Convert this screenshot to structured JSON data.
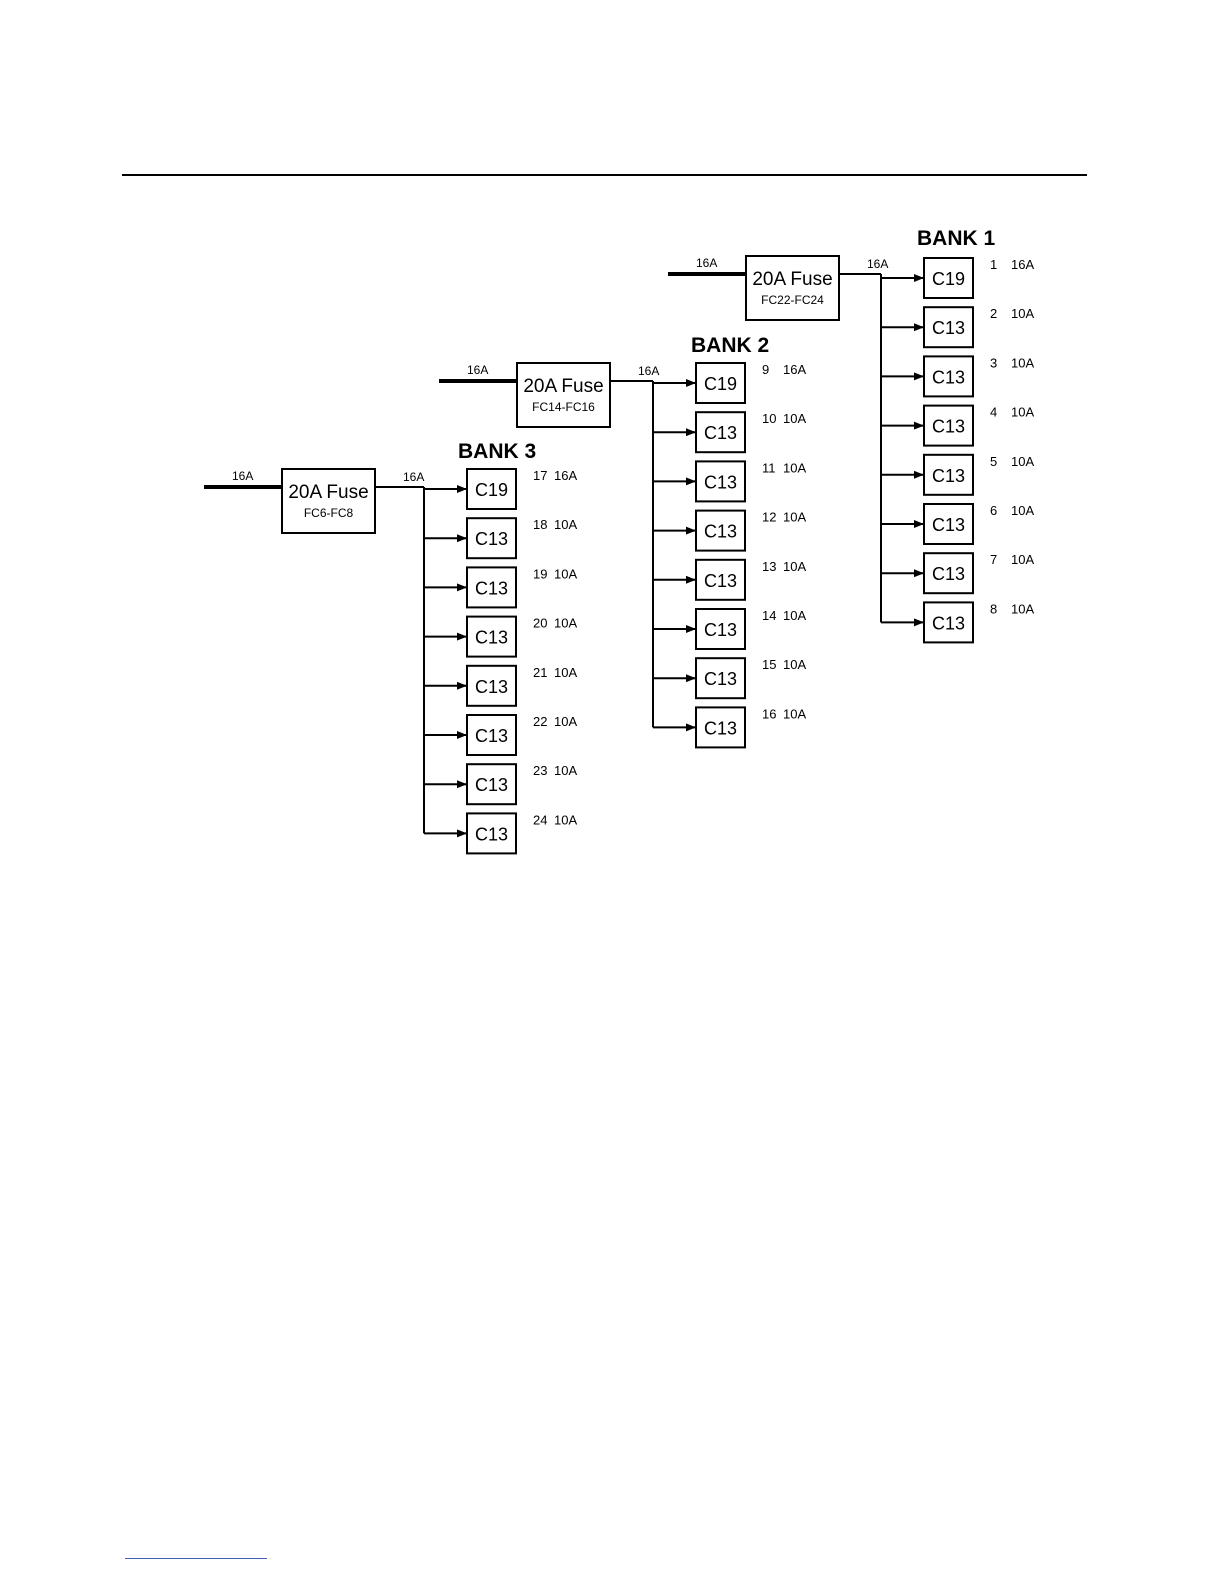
{
  "banks": [
    {
      "title": "BANK 1",
      "input_label": "16A",
      "fuse_label": "20A Fuse",
      "fuse_id": "FC22-FC24",
      "output_label": "16A",
      "outlets": [
        {
          "type": "C19",
          "number": "1",
          "rating": "16A"
        },
        {
          "type": "C13",
          "number": "2",
          "rating": "10A"
        },
        {
          "type": "C13",
          "number": "3",
          "rating": "10A"
        },
        {
          "type": "C13",
          "number": "4",
          "rating": "10A"
        },
        {
          "type": "C13",
          "number": "5",
          "rating": "10A"
        },
        {
          "type": "C13",
          "number": "6",
          "rating": "10A"
        },
        {
          "type": "C13",
          "number": "7",
          "rating": "10A"
        },
        {
          "type": "C13",
          "number": "8",
          "rating": "10A"
        }
      ]
    },
    {
      "title": "BANK 2",
      "input_label": "16A",
      "fuse_label": "20A Fuse",
      "fuse_id": "FC14-FC16",
      "output_label": "16A",
      "outlets": [
        {
          "type": "C19",
          "number": "9",
          "rating": "16A"
        },
        {
          "type": "C13",
          "number": "10",
          "rating": "10A"
        },
        {
          "type": "C13",
          "number": "11",
          "rating": "10A"
        },
        {
          "type": "C13",
          "number": "12",
          "rating": "10A"
        },
        {
          "type": "C13",
          "number": "13",
          "rating": "10A"
        },
        {
          "type": "C13",
          "number": "14",
          "rating": "10A"
        },
        {
          "type": "C13",
          "number": "15",
          "rating": "10A"
        },
        {
          "type": "C13",
          "number": "16",
          "rating": "10A"
        }
      ]
    },
    {
      "title": "BANK 3",
      "input_label": "16A",
      "fuse_label": "20A Fuse",
      "fuse_id": "FC6-FC8",
      "output_label": "16A",
      "outlets": [
        {
          "type": "C19",
          "number": "17",
          "rating": "16A"
        },
        {
          "type": "C13",
          "number": "18",
          "rating": "10A"
        },
        {
          "type": "C13",
          "number": "19",
          "rating": "10A"
        },
        {
          "type": "C13",
          "number": "20",
          "rating": "10A"
        },
        {
          "type": "C13",
          "number": "21",
          "rating": "10A"
        },
        {
          "type": "C13",
          "number": "22",
          "rating": "10A"
        },
        {
          "type": "C13",
          "number": "23",
          "rating": "10A"
        },
        {
          "type": "C13",
          "number": "24",
          "rating": "10A"
        }
      ]
    }
  ]
}
